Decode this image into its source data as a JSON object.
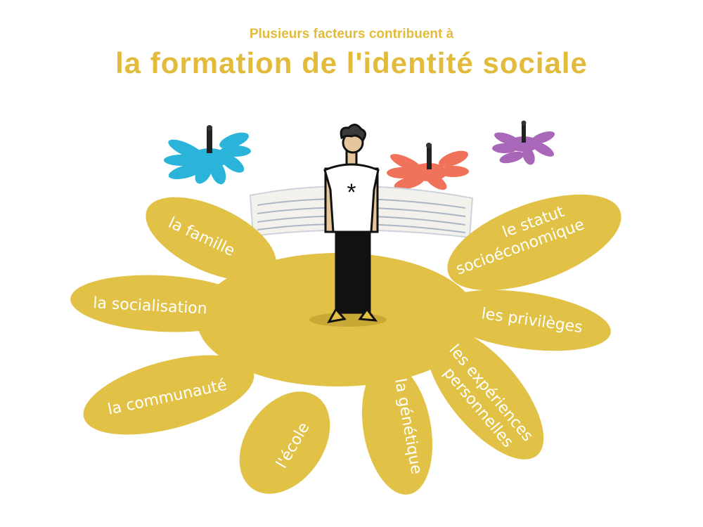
{
  "header": {
    "subtitle": "Plusieurs facteurs contribuent à",
    "title": "la formation de l'identité sociale"
  },
  "colors": {
    "title": "#e3bb3c",
    "blob": "#e2c246",
    "mini_blue": "#2bb4d9",
    "mini_red": "#f0725a",
    "mini_purple": "#a867b8"
  },
  "factors": [
    {
      "label": "la famille"
    },
    {
      "label": "la socialisation"
    },
    {
      "label": "la communauté"
    },
    {
      "label": "l'école"
    },
    {
      "label": "la génétique"
    },
    {
      "label": "les expériences",
      "label2": "personnelles"
    },
    {
      "label": "les privilèges"
    },
    {
      "label": "le statut",
      "label2": "socioéconomique"
    }
  ]
}
